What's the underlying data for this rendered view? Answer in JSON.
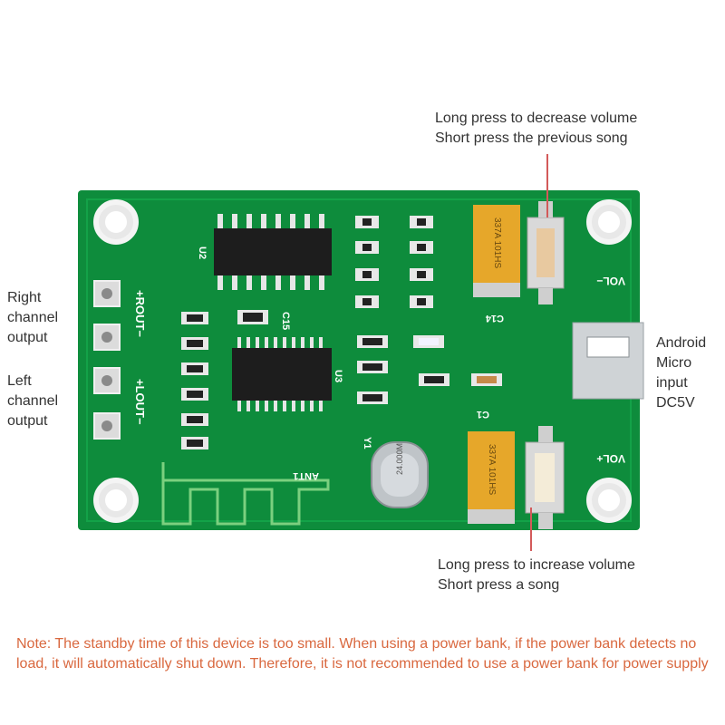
{
  "callouts": {
    "top_right": {
      "line1": "Long press to decrease volume",
      "line2": "Short press the previous song"
    },
    "bottom_right": {
      "line1": "Long press to increase volume",
      "line2": "Short press a song"
    },
    "right_channel": {
      "line1": "Right",
      "line2": "channel",
      "line3": "output"
    },
    "left_channel": {
      "line1": "Left",
      "line2": "channel",
      "line3": "output"
    },
    "usb": {
      "line1": "Android",
      "line2": "Micro",
      "line3": "input",
      "line4": "DC5V"
    }
  },
  "note": "Note: The standby time of this device is too small. When using a power bank, if the power bank detects no load, it will automatically shut down. Therefore, it is not recommended to use a power bank for power supply",
  "board": {
    "silk": {
      "rout": "+ROUT−",
      "lout": "+LOUT−",
      "vol_minus": "VOL−",
      "vol_plus": "VOL+",
      "ant": "ANT1",
      "u2": "U2",
      "u3": "U3",
      "y1": "Y1",
      "c1": "C1",
      "c14": "C14",
      "c15": "C15",
      "crystal": "24.000M",
      "cap_top": "337A 101HS",
      "cap_bottom": "337A 101HS"
    }
  },
  "colors": {
    "board": "#0e8c3c",
    "note": "#d9683f",
    "leader": "#d35a5a"
  }
}
